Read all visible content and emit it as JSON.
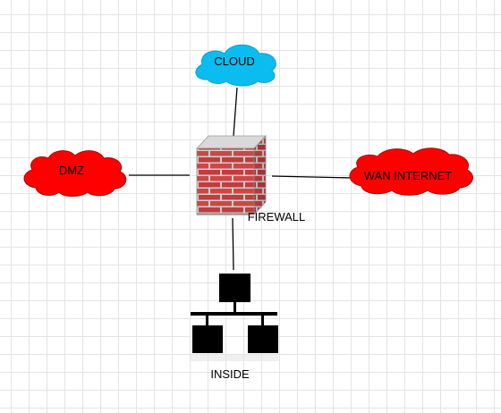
{
  "nodes": {
    "cloud": {
      "label": "CLOUD",
      "color": "#0bbcf0"
    },
    "dmz": {
      "label": "DMZ",
      "color": "#ff0000"
    },
    "wan": {
      "label": "WAN INTERNET",
      "color": "#ff0000"
    },
    "firewall": {
      "label": "FIREWALL",
      "icon": "brick-firewall-icon",
      "brick_color": "#cf4646",
      "mortar_color": "#cfcfcf"
    },
    "inside": {
      "label": "INSIDE",
      "icon": "network-hierarchy-icon",
      "color": "#000000"
    }
  },
  "connections": [
    {
      "from": "firewall",
      "to": "cloud"
    },
    {
      "from": "firewall",
      "to": "dmz"
    },
    {
      "from": "firewall",
      "to": "wan"
    },
    {
      "from": "firewall",
      "to": "inside"
    }
  ]
}
